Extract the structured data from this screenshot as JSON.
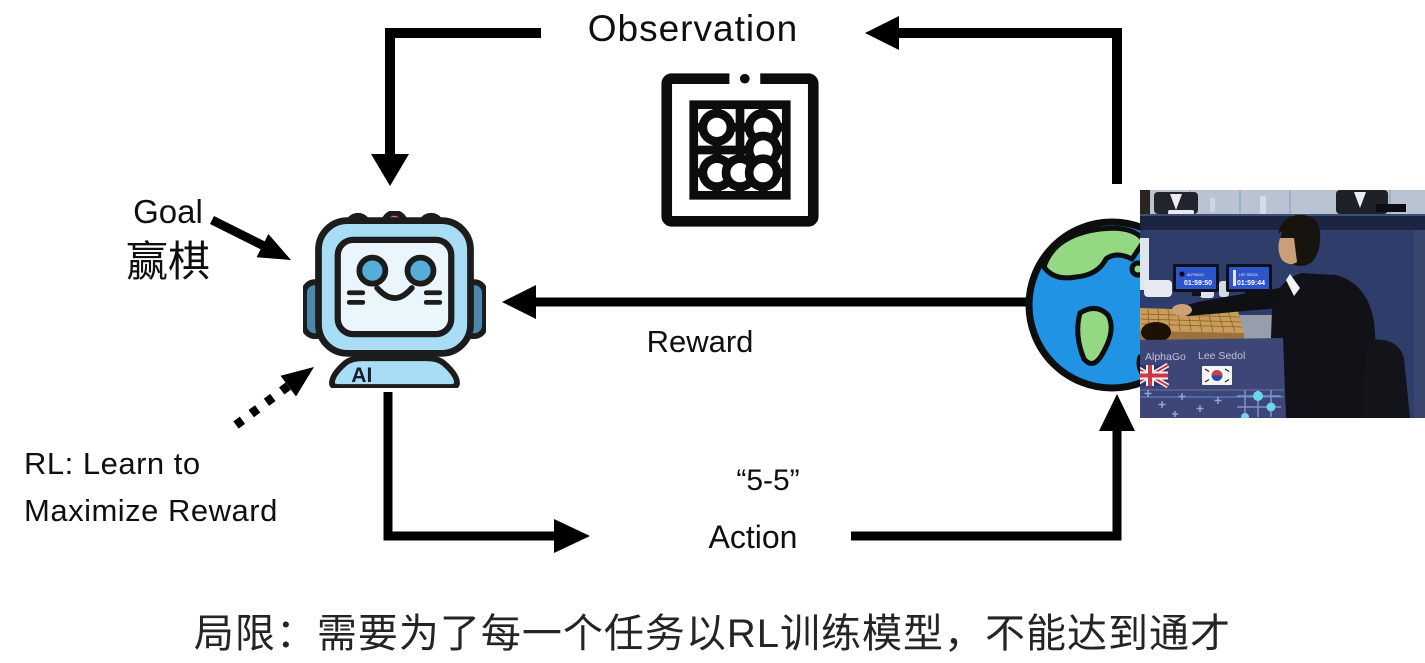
{
  "labels": {
    "observation": "Observation",
    "reward": "Reward",
    "action": "Action",
    "action_quote": "“5-5”",
    "goal_line1": "Goal",
    "goal_line2": "赢棋",
    "rl_line1": "RL: Learn to",
    "rl_line2": "Maximize Reward",
    "caption": "局限：需要为了每一个任务以RL训练模型，不能达到通才"
  },
  "robot": {
    "ai_label": "AI",
    "body_color": "#a9dcf5",
    "screen_color": "#eaf5fc",
    "eye_color": "#56aed8",
    "accent_color": "#4e87ae",
    "bump_color": "#e25f6e",
    "outline_color": "#1c1c1c"
  },
  "earth": {
    "ocean_color": "#2193e4",
    "land_color": "#95d883",
    "outline_color": "#0e0e0e"
  },
  "go_board_icon": {
    "color": "#0c0c0c",
    "stones_count": "6"
  },
  "photo": {
    "player_left": "AlphaGo",
    "player_right": "Lee Sedol",
    "monitor_left_name": "ALPHAGO",
    "monitor_right_name": "LEE SEDOL",
    "timer_left": "01:59:50",
    "timer_right": "01:59:44",
    "backdrop_color": "#2f3d6b",
    "banner_color": "#3e4678",
    "board_color": "#cb9d5c",
    "screen_blue": "#2f55cd"
  },
  "arrows": {
    "color": "#000000"
  }
}
